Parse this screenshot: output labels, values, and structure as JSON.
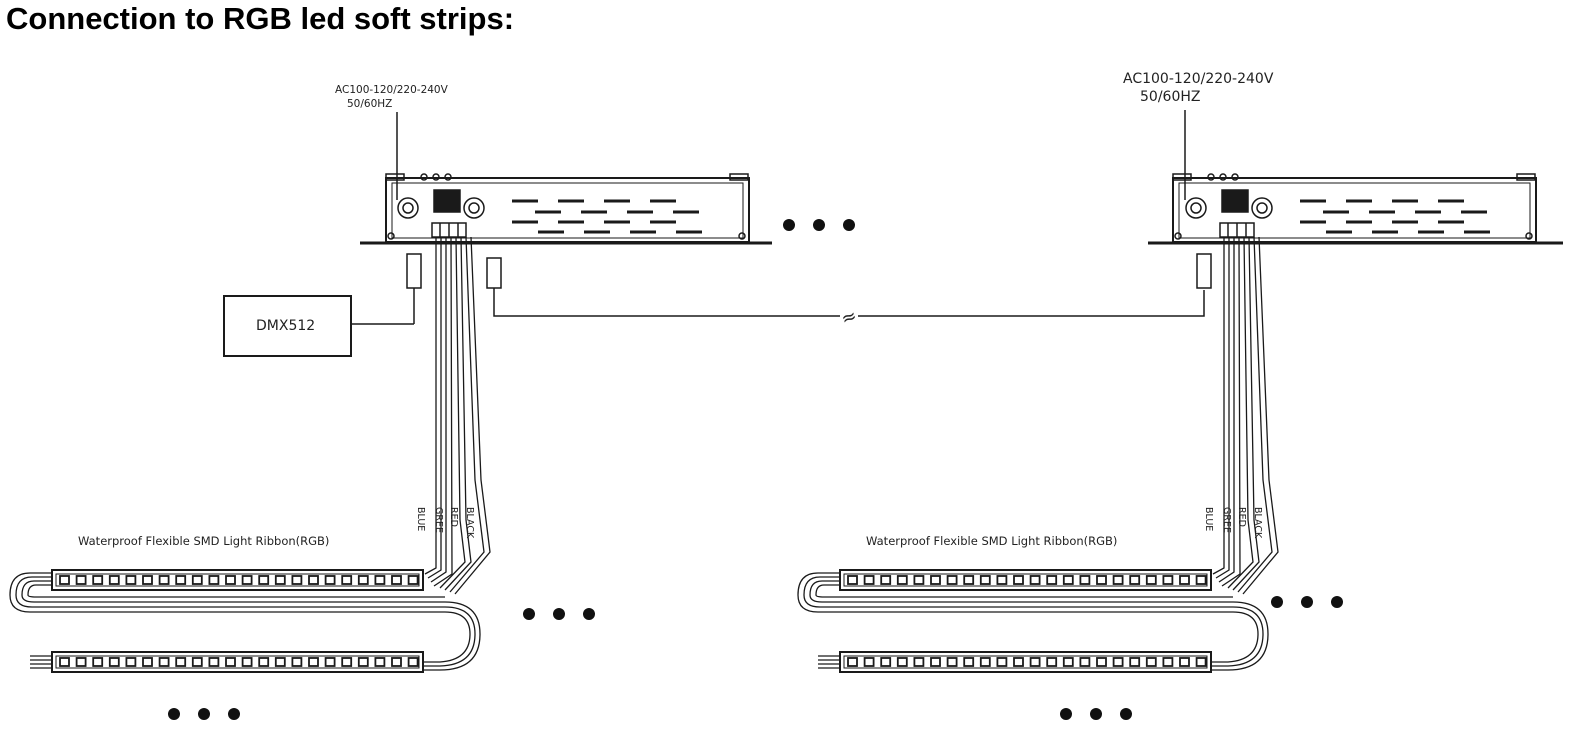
{
  "title": "Connection to RGB led soft strips:",
  "colors": {
    "line": "#1a1a1a",
    "background": "#ffffff",
    "text": "#222222"
  },
  "units": [
    {
      "power_label": "AC100-120/220-240V",
      "freq_label": "50/60HZ",
      "strip_label": "Waterproof Flexible SMD Light Ribbon(RGB)",
      "wire_labels": [
        "BLUE",
        "GREE",
        "RED",
        "BLACK"
      ]
    },
    {
      "power_label": "AC100-120/220-240V",
      "freq_label": "50/60HZ",
      "strip_label": "Waterproof Flexible SMD Light Ribbon(RGB)",
      "wire_labels": [
        "BLUE",
        "GREE",
        "RED",
        "BLACK"
      ]
    }
  ],
  "controller": {
    "label": "DMX512"
  },
  "link_break_symbol": "≈",
  "ellipsis_icon": "three-dots-icon",
  "led_count_per_strip": 22
}
